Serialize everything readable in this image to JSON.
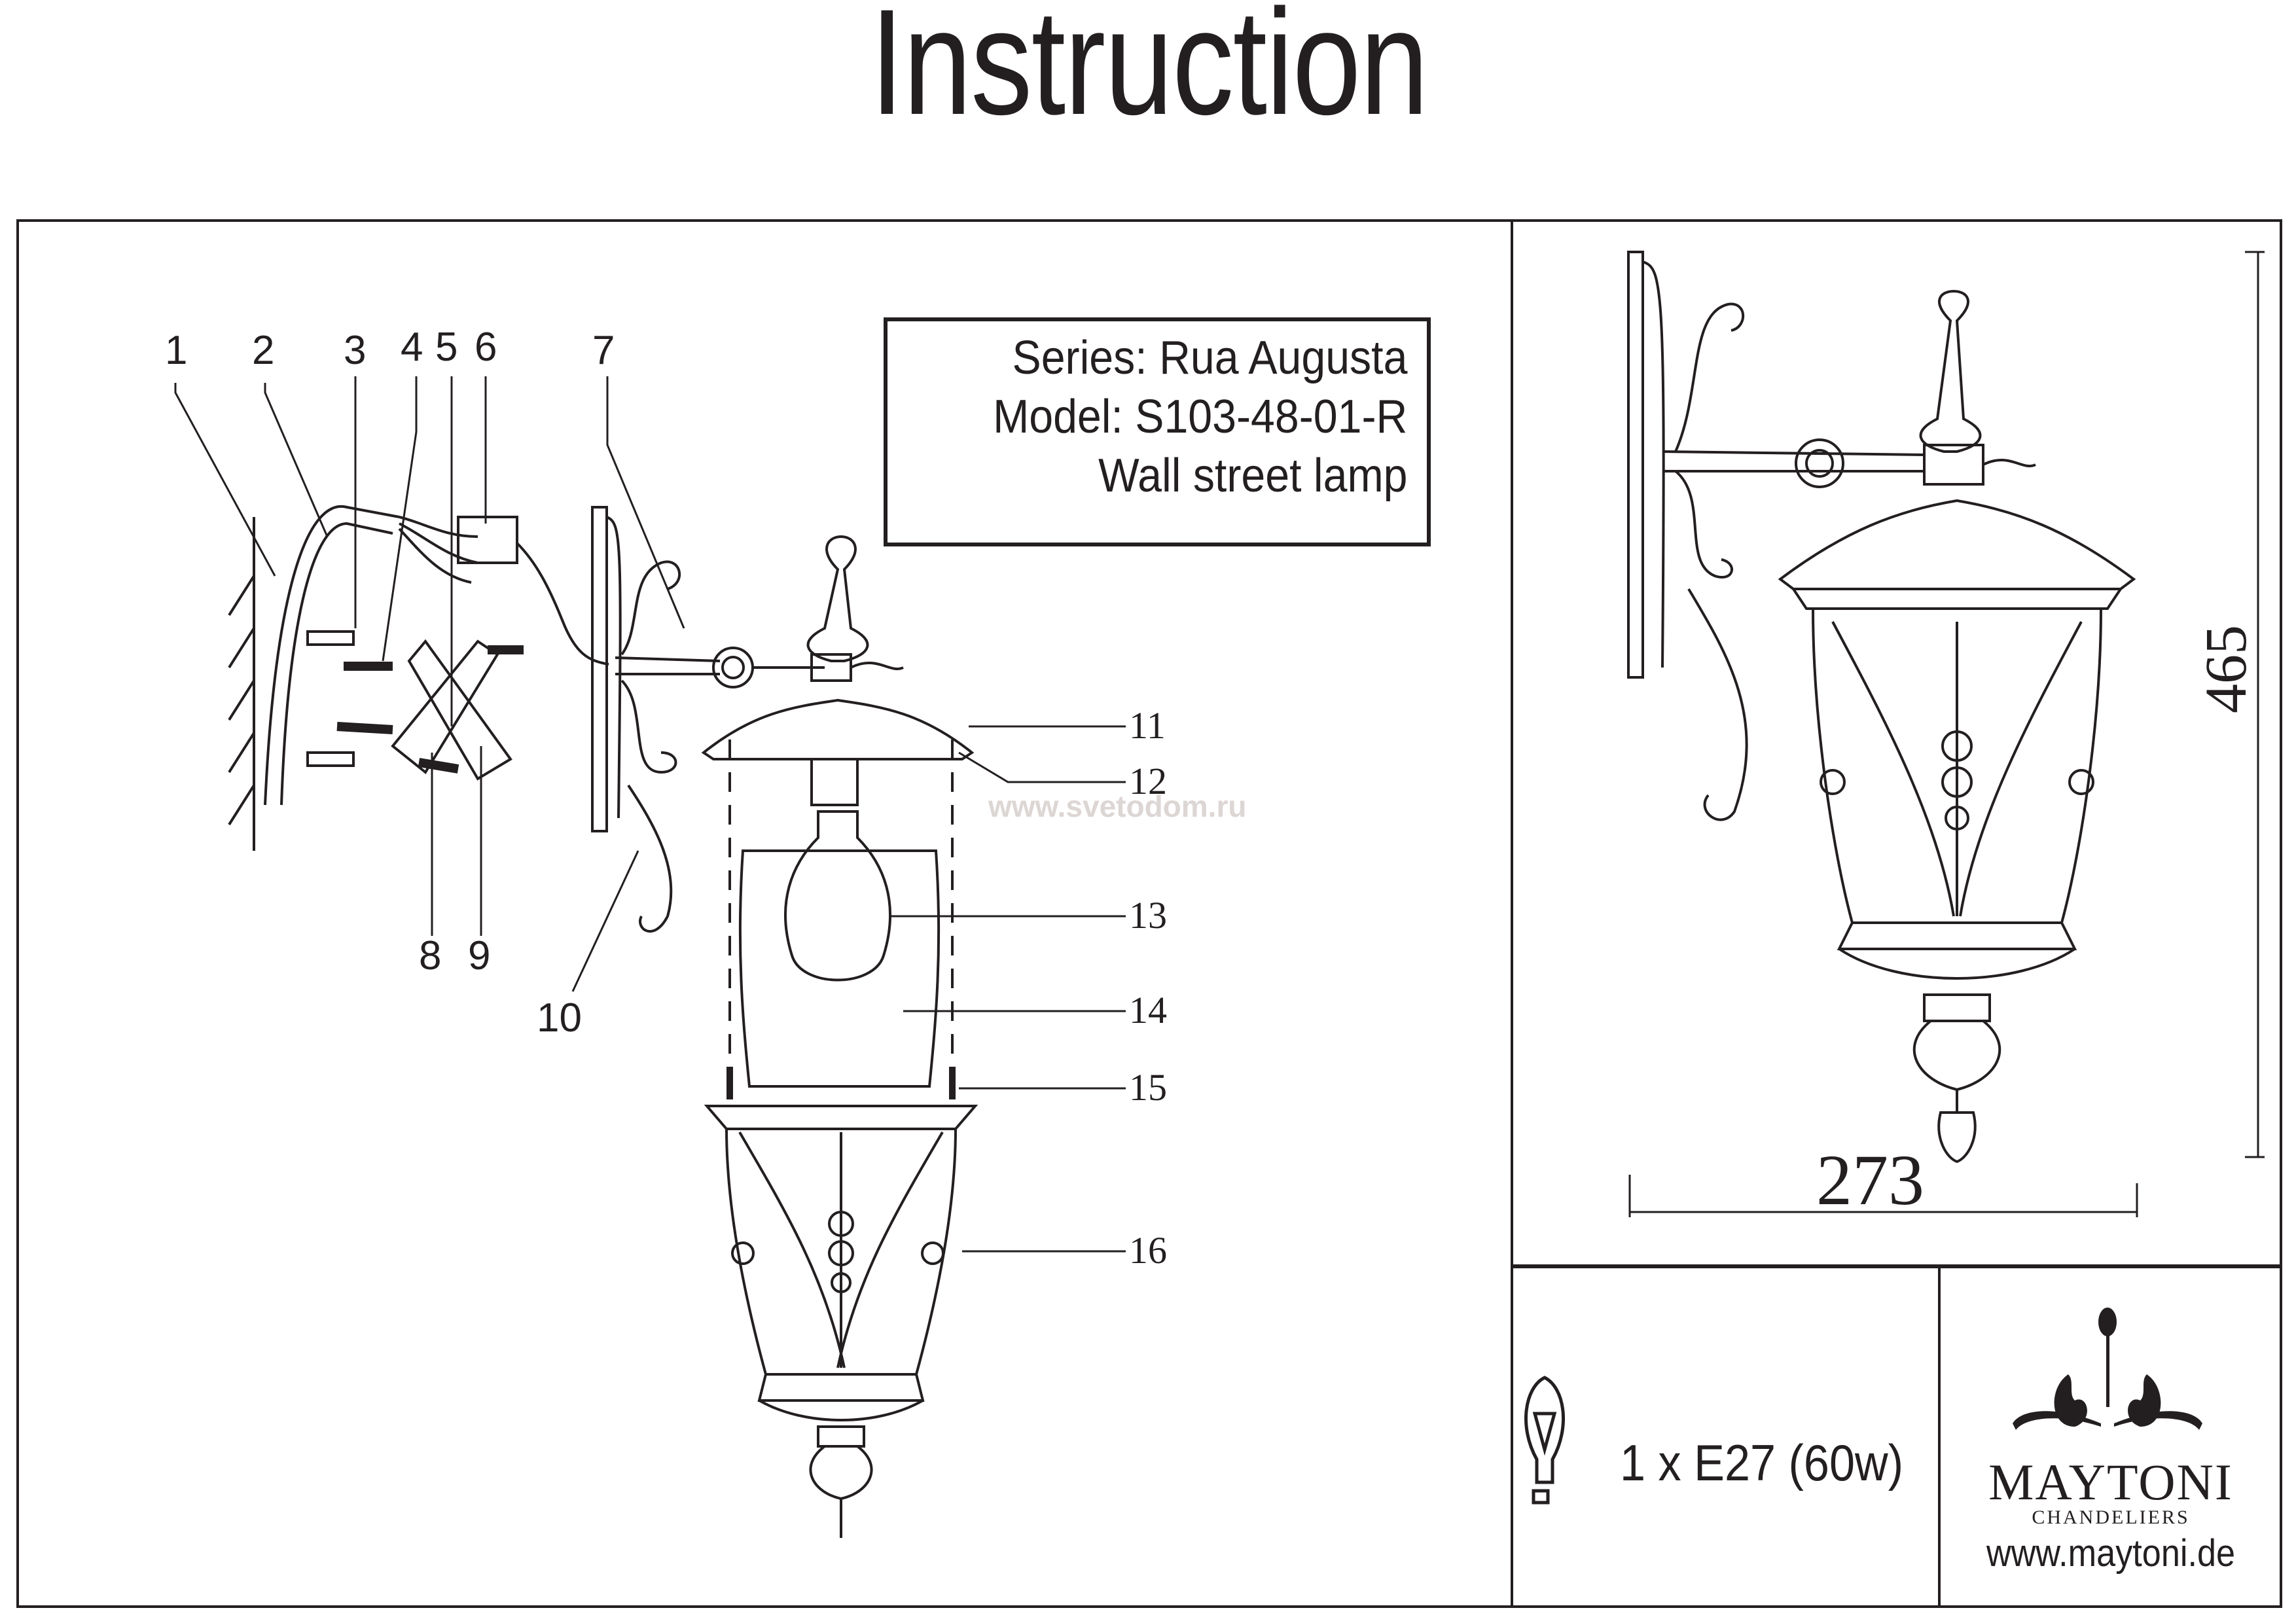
{
  "header": {
    "title": "Instruction"
  },
  "product_info": {
    "series": "Series: Rua Augusta",
    "model": "Model: S103-48-01-R",
    "type": "Wall street lamp"
  },
  "watermark": "www.svetodom.ru",
  "callouts_top": [
    "1",
    "2",
    "3",
    "4",
    "5",
    "6",
    "7"
  ],
  "callouts_bottom_left": [
    "8",
    "9",
    "10"
  ],
  "callouts_right": [
    "11",
    "12",
    "13",
    "14",
    "15",
    "16"
  ],
  "dimensions": {
    "width": "273",
    "height": "465"
  },
  "bulb_spec": {
    "icon": "light-bulb-icon",
    "text": "1 x E27 (60w)"
  },
  "brand": {
    "name": "MAYTONI",
    "tagline": "CHANDELIERS",
    "url": "www.maytoni.de",
    "logo": "chandelier-logo-icon"
  }
}
